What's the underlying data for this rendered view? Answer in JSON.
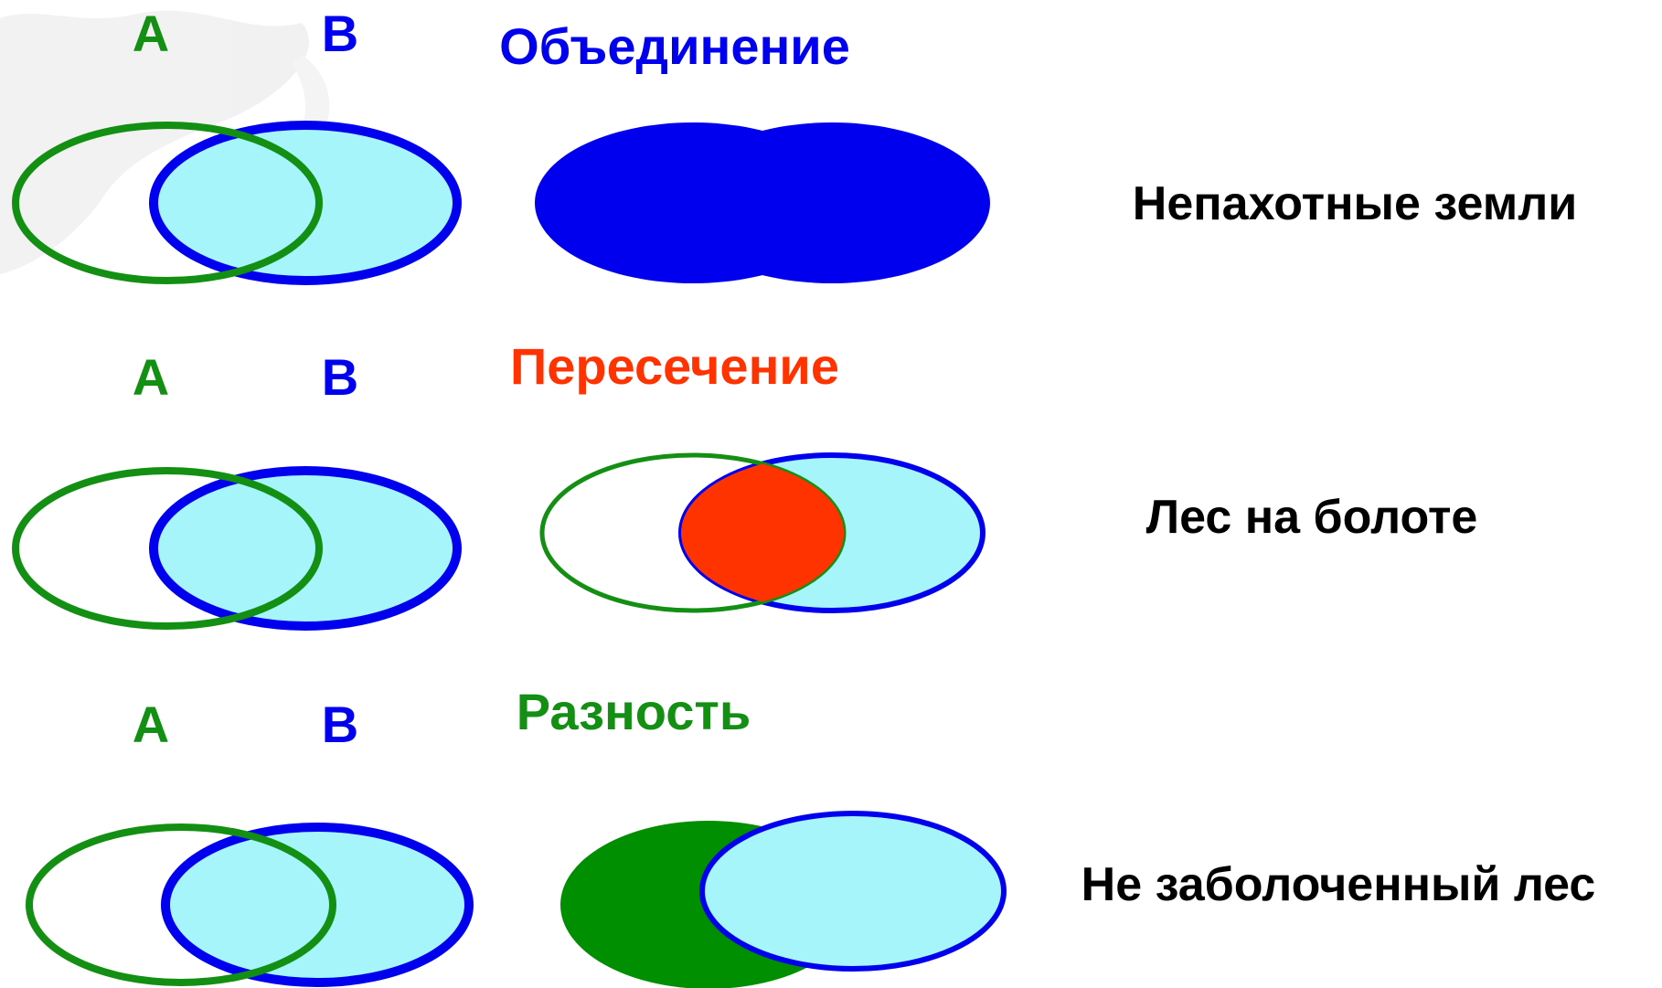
{
  "colors": {
    "set_a_stroke": "#138f13",
    "set_b_stroke": "#0000ee",
    "set_b_fill": "#a5f5fa",
    "union_fill": "#0000ee",
    "intersection_fill": "#ff3300",
    "difference_fill": "#008f00",
    "union_title": "#0000ee",
    "intersection_title": "#ff3300",
    "difference_title": "#138f13",
    "set_a_label": "#138f13",
    "set_b_label": "#0000ee",
    "example_text": "#000000",
    "background": "#ffffff"
  },
  "rows": [
    {
      "set_a_label": "A",
      "set_b_label": "B",
      "operation_title": "Объединение",
      "example": "Непахотные земли"
    },
    {
      "set_a_label": "A",
      "set_b_label": "B",
      "operation_title": "Пересечение",
      "example": "Лес на болоте"
    },
    {
      "set_a_label": "A",
      "set_b_label": "B",
      "operation_title": "Разность",
      "example": "Не заболоченный лес"
    }
  ]
}
